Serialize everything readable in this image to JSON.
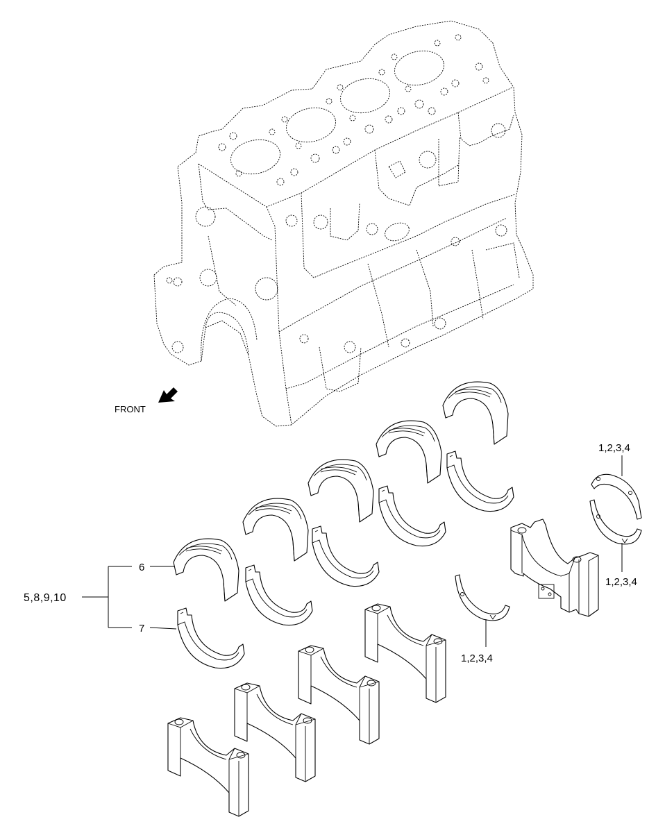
{
  "labels": {
    "front": "FRONT",
    "group": "5,8,9,10",
    "upper_shell": "6",
    "lower_shell": "7",
    "thrust_top": "1,2,3,4",
    "thrust_right": "1,2,3,4",
    "thrust_center": "1,2,3,4"
  },
  "colors": {
    "line": "#000000",
    "background": "#ffffff"
  },
  "icons": {
    "front_arrow": "front-arrow-icon"
  }
}
